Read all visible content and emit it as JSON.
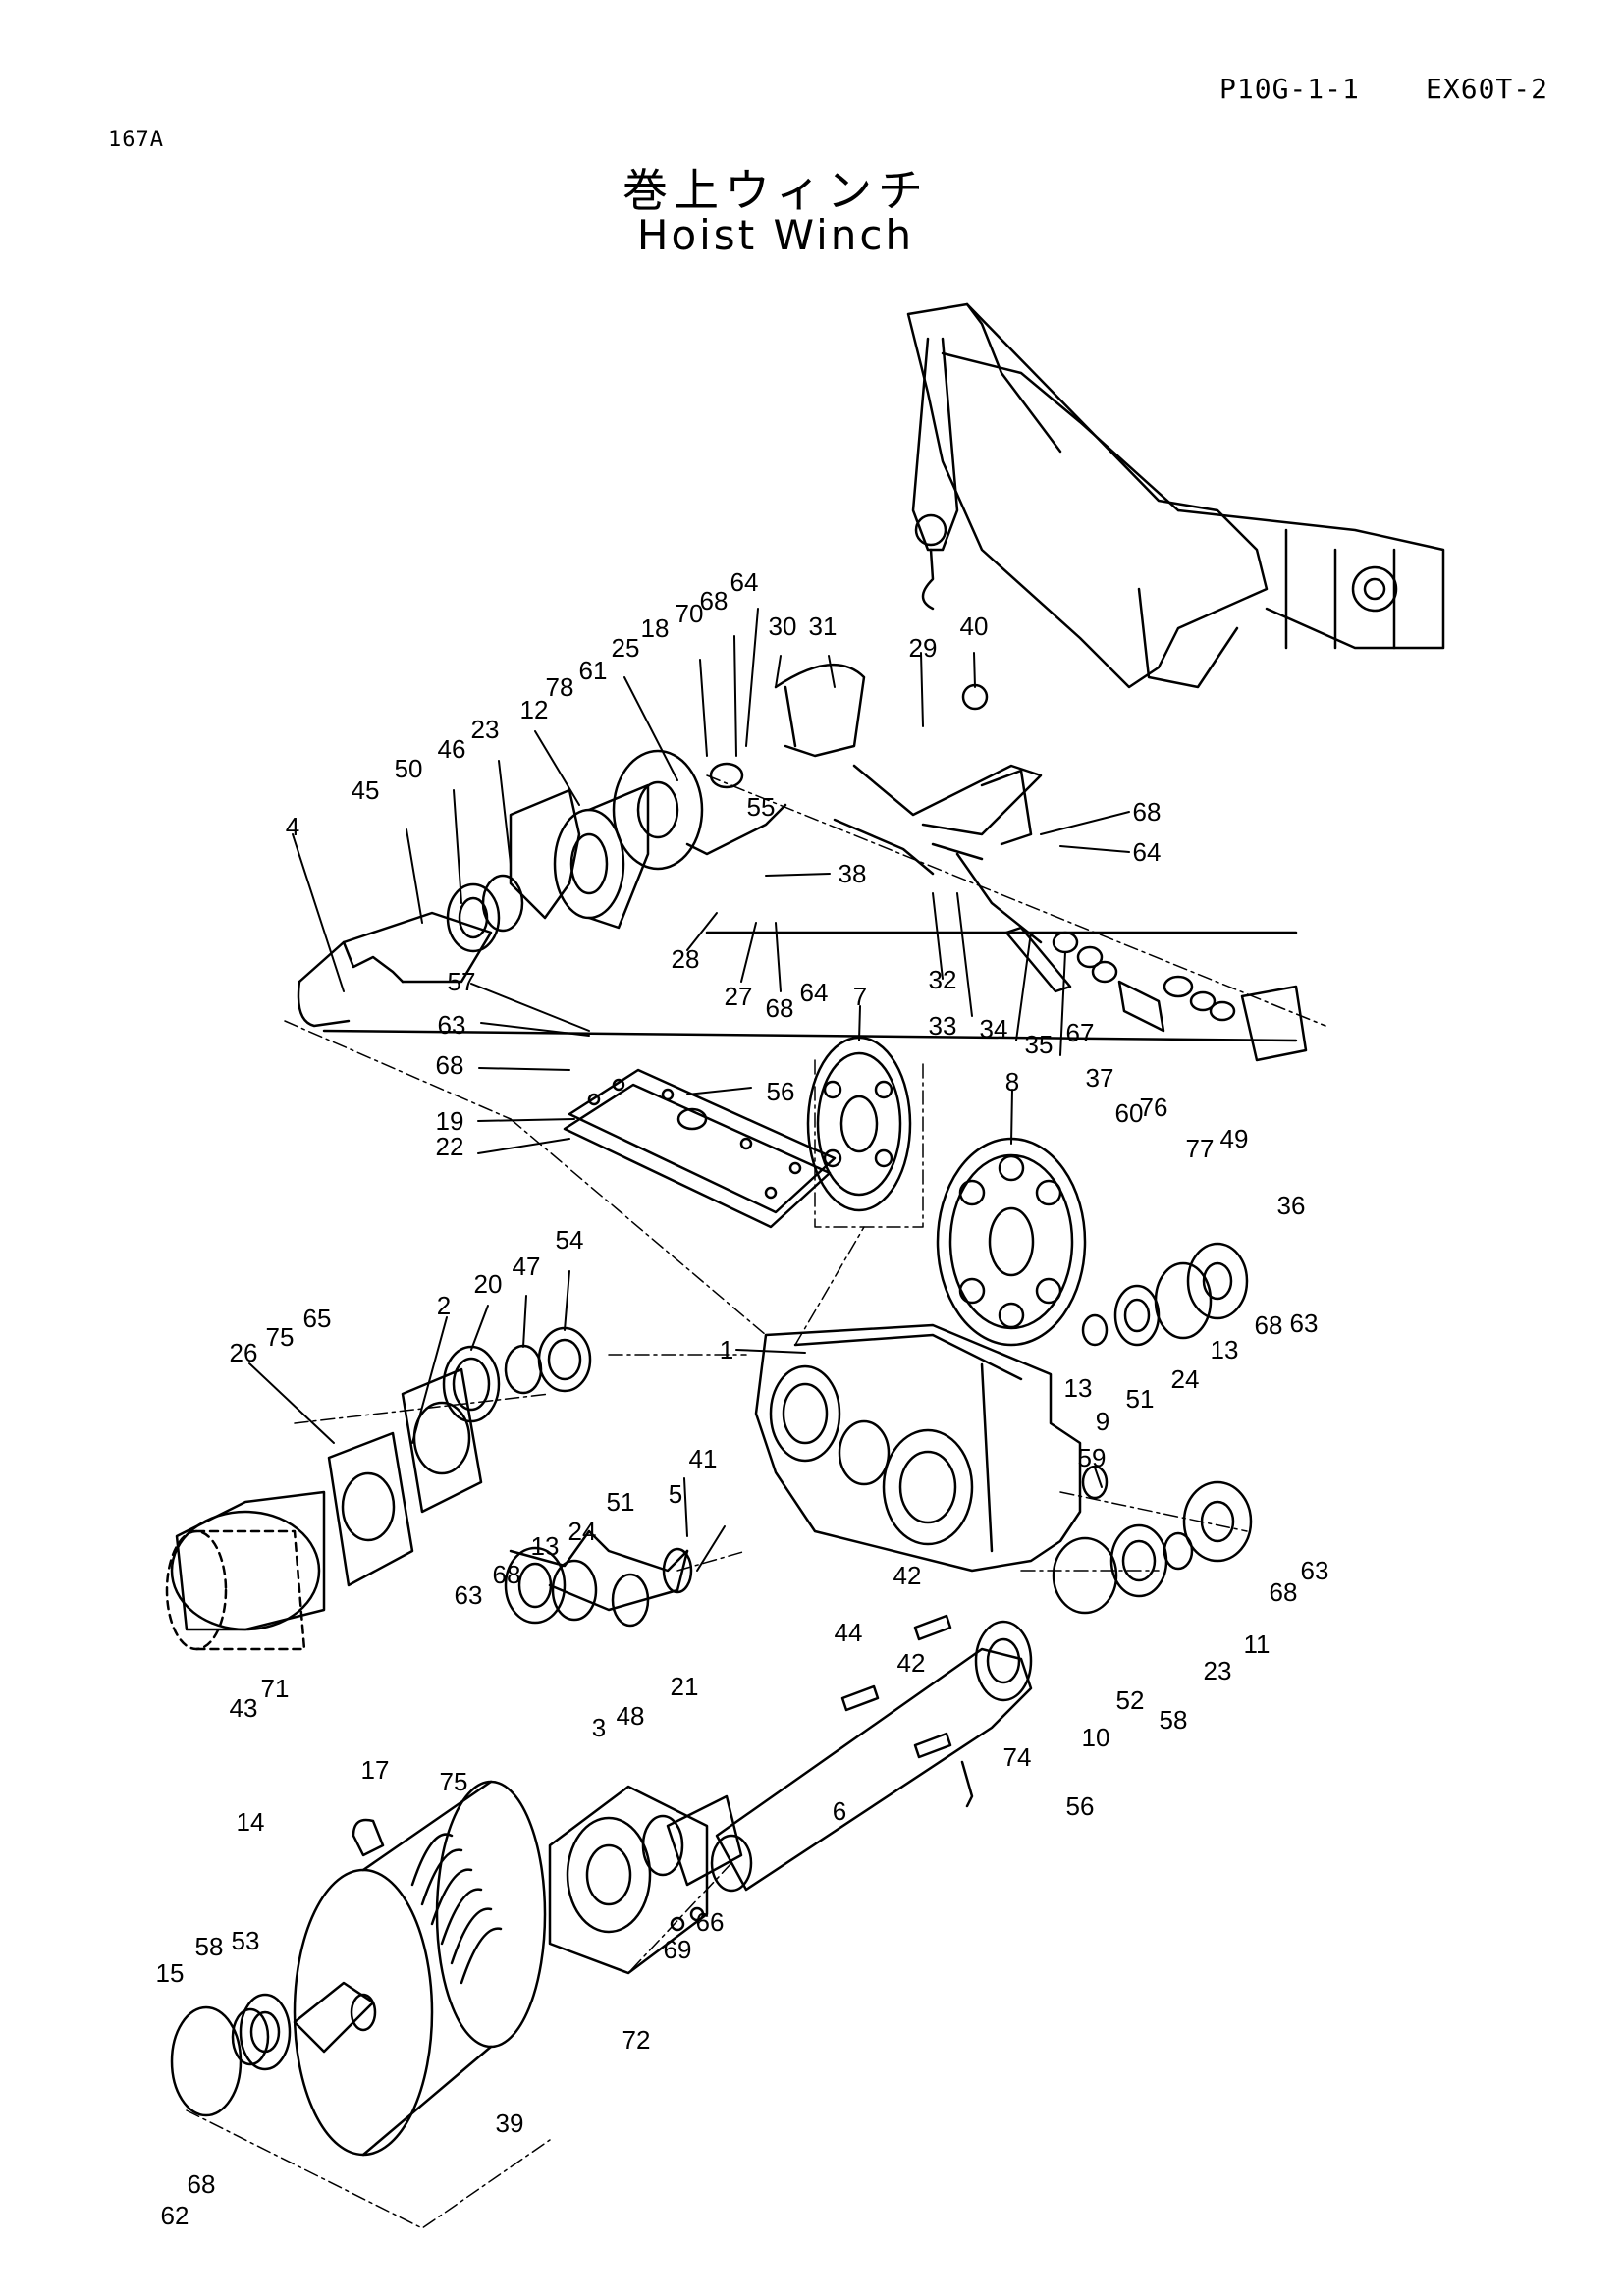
{
  "header": {
    "page_ref": "P10G-1-1",
    "model": "EX60T-2",
    "sheet_no": "167A"
  },
  "title": {
    "japanese": "巻上ウィンチ",
    "english": "Hoist Winch"
  },
  "part_labels": [
    "64",
    "70",
    "68",
    "30",
    "31",
    "40",
    "29",
    "18",
    "25",
    "12",
    "61",
    "78",
    "23",
    "46",
    "50",
    "45",
    "4",
    "55",
    "68",
    "64",
    "38",
    "28",
    "27",
    "68",
    "64",
    "32",
    "33",
    "34",
    "35",
    "67",
    "37",
    "60",
    "76",
    "77",
    "49",
    "36",
    "57",
    "63",
    "68",
    "19",
    "22",
    "56",
    "7",
    "8",
    "1",
    "54",
    "47",
    "20",
    "2",
    "65",
    "75",
    "26",
    "13",
    "68",
    "63",
    "24",
    "51",
    "13",
    "9",
    "59",
    "24",
    "51",
    "41",
    "5",
    "13",
    "63",
    "68",
    "43",
    "71",
    "44",
    "42",
    "42",
    "74",
    "10",
    "52",
    "58",
    "23",
    "68",
    "11",
    "63",
    "56",
    "21",
    "48",
    "3",
    "6",
    "17",
    "75",
    "14",
    "15",
    "58",
    "53",
    "69",
    "66",
    "72",
    "39",
    "62",
    "68"
  ]
}
